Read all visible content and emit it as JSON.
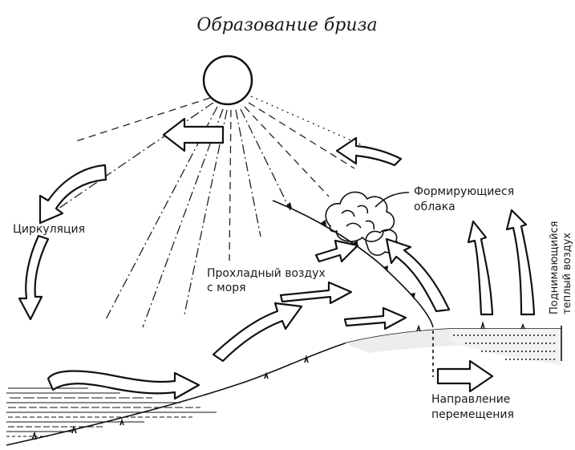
{
  "title": "Образование бриза",
  "labels": {
    "circulation": "Циркуляция",
    "cool_air_line1": "Прохладный воздух",
    "cool_air_line2": "с моря",
    "clouds_line1": "Формирующиеся",
    "clouds_line2": "облака",
    "direction_line1": "Направление",
    "direction_line2": "перемещения",
    "rising_line1": "Поднимающийся",
    "rising_line2": "теплый воздух"
  }
}
